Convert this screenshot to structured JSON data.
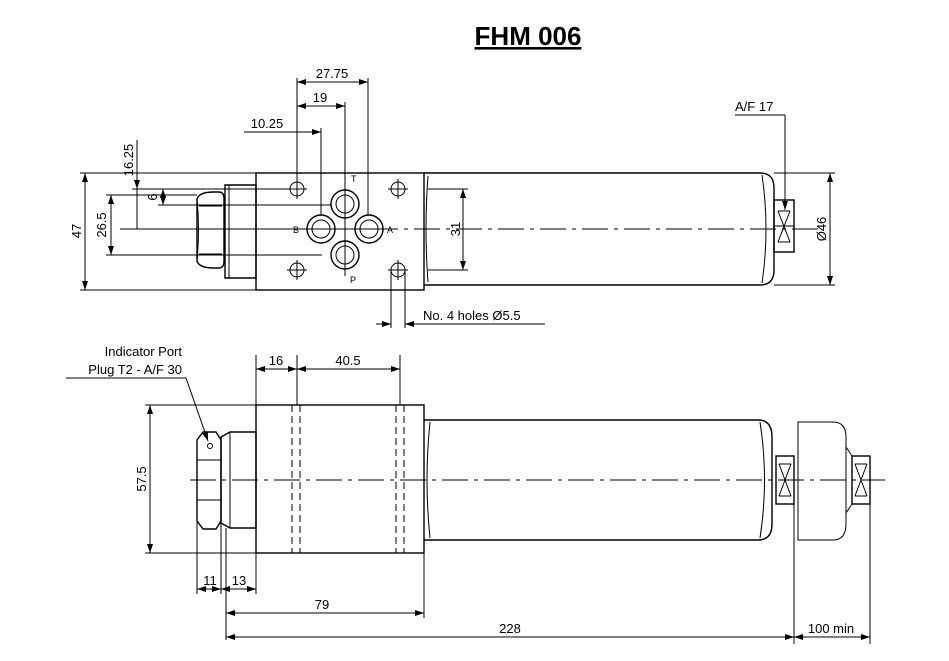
{
  "title": "FHM 006",
  "top_view": {
    "dims": {
      "d27_75": "27.75",
      "d19": "19",
      "d10_25": "10.25",
      "d16_25": "16.25",
      "d6": "6",
      "d47": "47",
      "d26_5": "26.5",
      "d31": "31",
      "d46": "Ø46"
    },
    "ports": {
      "t": "T",
      "b": "B",
      "a": "A",
      "p": "P"
    },
    "callouts": {
      "af17": "A/F 17",
      "holes": "No. 4 holes Ø5.5"
    }
  },
  "side_view": {
    "dims": {
      "d16": "16",
      "d40_5": "40.5",
      "d57_5": "57.5",
      "d11": "11",
      "d13": "13",
      "d79": "79",
      "d228": "228",
      "d100min": "100 min"
    },
    "callouts": {
      "indicator_line1": "Indicator Port",
      "indicator_line2": "Plug T2 - A/F 30"
    }
  }
}
